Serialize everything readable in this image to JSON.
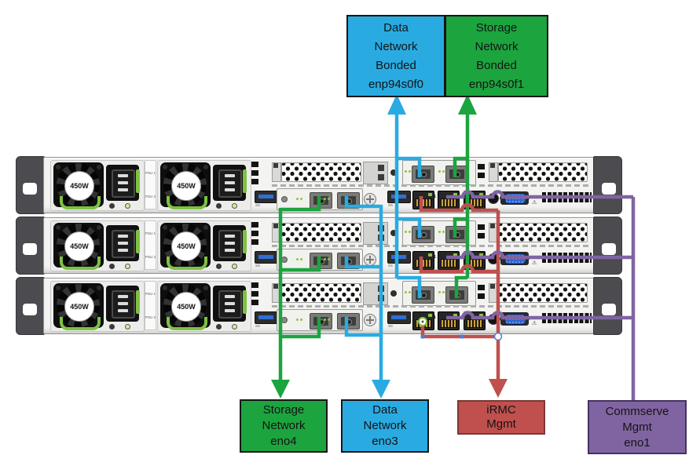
{
  "colors": {
    "data_blue": "#29ABE2",
    "storage_green": "#1CA43F",
    "irmc_red": "#C0504D",
    "mgmt_purple": "#8064A2",
    "psu_green": "#7DC242",
    "led_green": "#8FC63F",
    "label_text": "#141414"
  },
  "network_labels": {
    "data_bonded": {
      "text": "Data\nNetwork\nBonded\nenp94s0f0",
      "fill": "#29ABE2",
      "border": "#161616"
    },
    "storage_bonded": {
      "text": "Storage\nNetwork\nBonded\nenp94s0f1",
      "fill": "#1CA43F",
      "border": "#161616"
    },
    "storage_eno4": {
      "text": "Storage\nNetwork\neno4",
      "fill": "#1CA43F",
      "border": "#161616"
    },
    "data_eno3": {
      "text": "Data\nNetwork\neno3",
      "fill": "#29ABE2",
      "border": "#161616"
    },
    "irmc_mgmt": {
      "text": "iRMC\nMgmt",
      "fill": "#C0504D",
      "border": "#7A3835"
    },
    "commserve_mgmt": {
      "text": "Commserve\nMgmt\neno1",
      "fill": "#8064A2",
      "border": "#45325F"
    }
  },
  "rack": {
    "server_count": 3
  },
  "server": {
    "psu_wattage": "450W",
    "psu_slot_label_1": "PSU 1",
    "psu_slot_label_2": "PSU 2",
    "usb_port_label": "SS",
    "lan_port_label": "1",
    "warning_glyph": "⚠"
  },
  "cables": {
    "data_bonded": {
      "label": "Data Network Bonded enp94s0f0",
      "color": "#29ABE2"
    },
    "storage_bonded": {
      "label": "Storage Network Bonded enp94s0f1",
      "color": "#1CA43F"
    },
    "storage_eno4": {
      "label": "Storage Network eno4",
      "color": "#1CA43F"
    },
    "data_eno3": {
      "label": "Data Network eno3",
      "color": "#29ABE2"
    },
    "irmc": {
      "label": "iRMC Mgmt",
      "color": "#C0504D"
    },
    "commserve": {
      "label": "Commserve Mgmt eno1",
      "color": "#8064A2"
    }
  }
}
